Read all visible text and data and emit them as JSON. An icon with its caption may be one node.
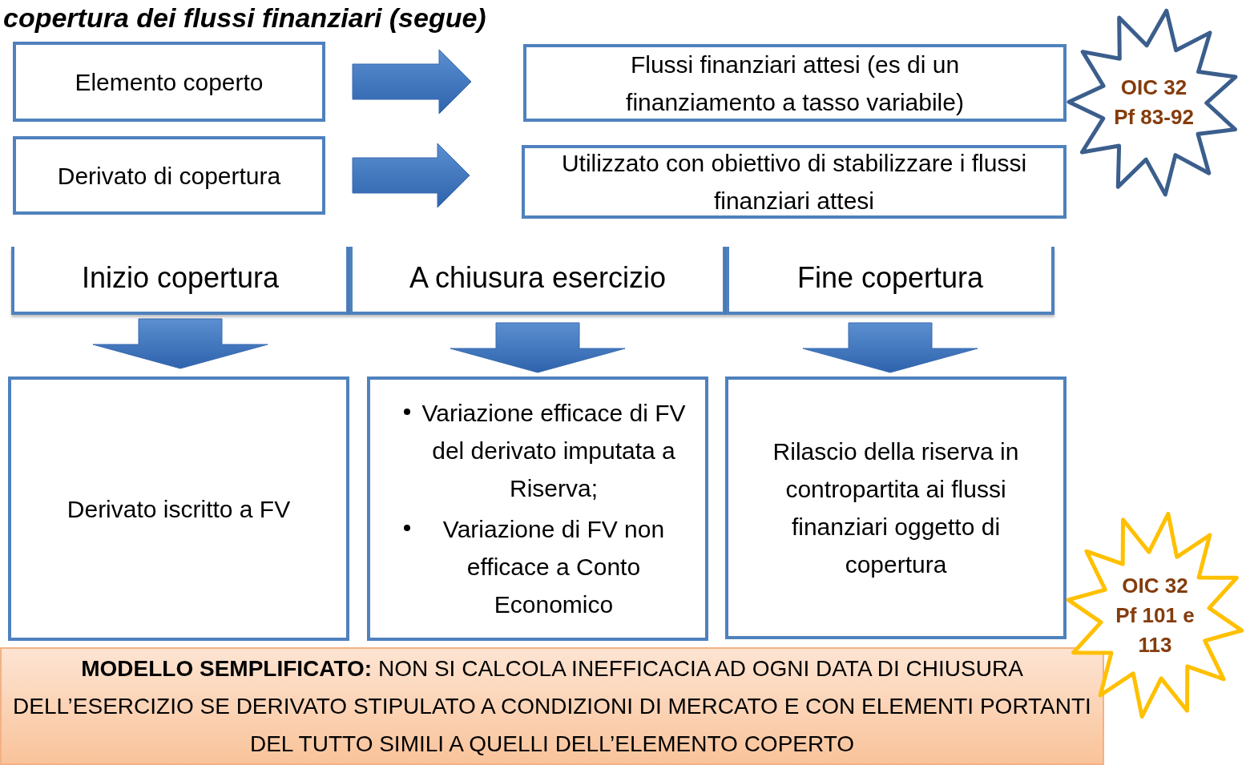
{
  "diagram": {
    "title": "copertura dei flussi finanziari (segue)",
    "nodes": [
      {
        "text": [
          "Elemento coperto"
        ]
      },
      {
        "text": [
          "Flussi finanziari attesi (es di un finanziamento a tasso variabile)"
        ]
      },
      {
        "text": [
          "Derivato di copertura"
        ]
      },
      {
        "text": [
          "Utilizzato con obiettivo di stabilizzare i flussi finanziari attesi"
        ]
      },
      {
        "text": [
          "OIC 32 Pf 83-92"
        ]
      },
      {
        "text": [
          "Inizio copertura"
        ]
      },
      {
        "text": [
          "A chiusura esercizio"
        ]
      },
      {
        "text": [
          "Fine copertura"
        ]
      },
      {
        "text": [
          "Derivato iscritto a FV"
        ]
      },
      {
        "text": [
          "Variazione efficace di FV del derivato imputata a Riserva;",
          "Variazione di FV non efficace a Conto Economico"
        ]
      },
      {
        "text": [
          "Rilascio della riserva in contropartita ai flussi finanziari oggetto di copertura"
        ]
      },
      {
        "text": [
          "OIC 32 Pf 101 e 113"
        ]
      },
      {
        "text": [
          "**MODELLO SEMPLIFICATO:** NON SI CALCOLA INEFFICACIA AD OGNI DATA DI CHIUSURA DELL’ESERCIZIO SE DERIVATO STIPULATO A CONDIZIONI DI MERCATO E CON ELEMENTI PORTANTI DEL TUTTO SIMILI A QUELLI DELL’ELEMENTO COPERTO"
        ]
      }
    ],
    "edges": [
      {
        "from": 0,
        "to": 1,
        "arrow": "to"
      },
      {
        "from": 2,
        "to": 3,
        "arrow": "to"
      },
      {
        "from": 5,
        "to": 8,
        "arrow": "to"
      },
      {
        "from": 6,
        "to": 9,
        "arrow": "to"
      },
      {
        "from": 7,
        "to": 10,
        "arrow": "to"
      }
    ]
  }
}
